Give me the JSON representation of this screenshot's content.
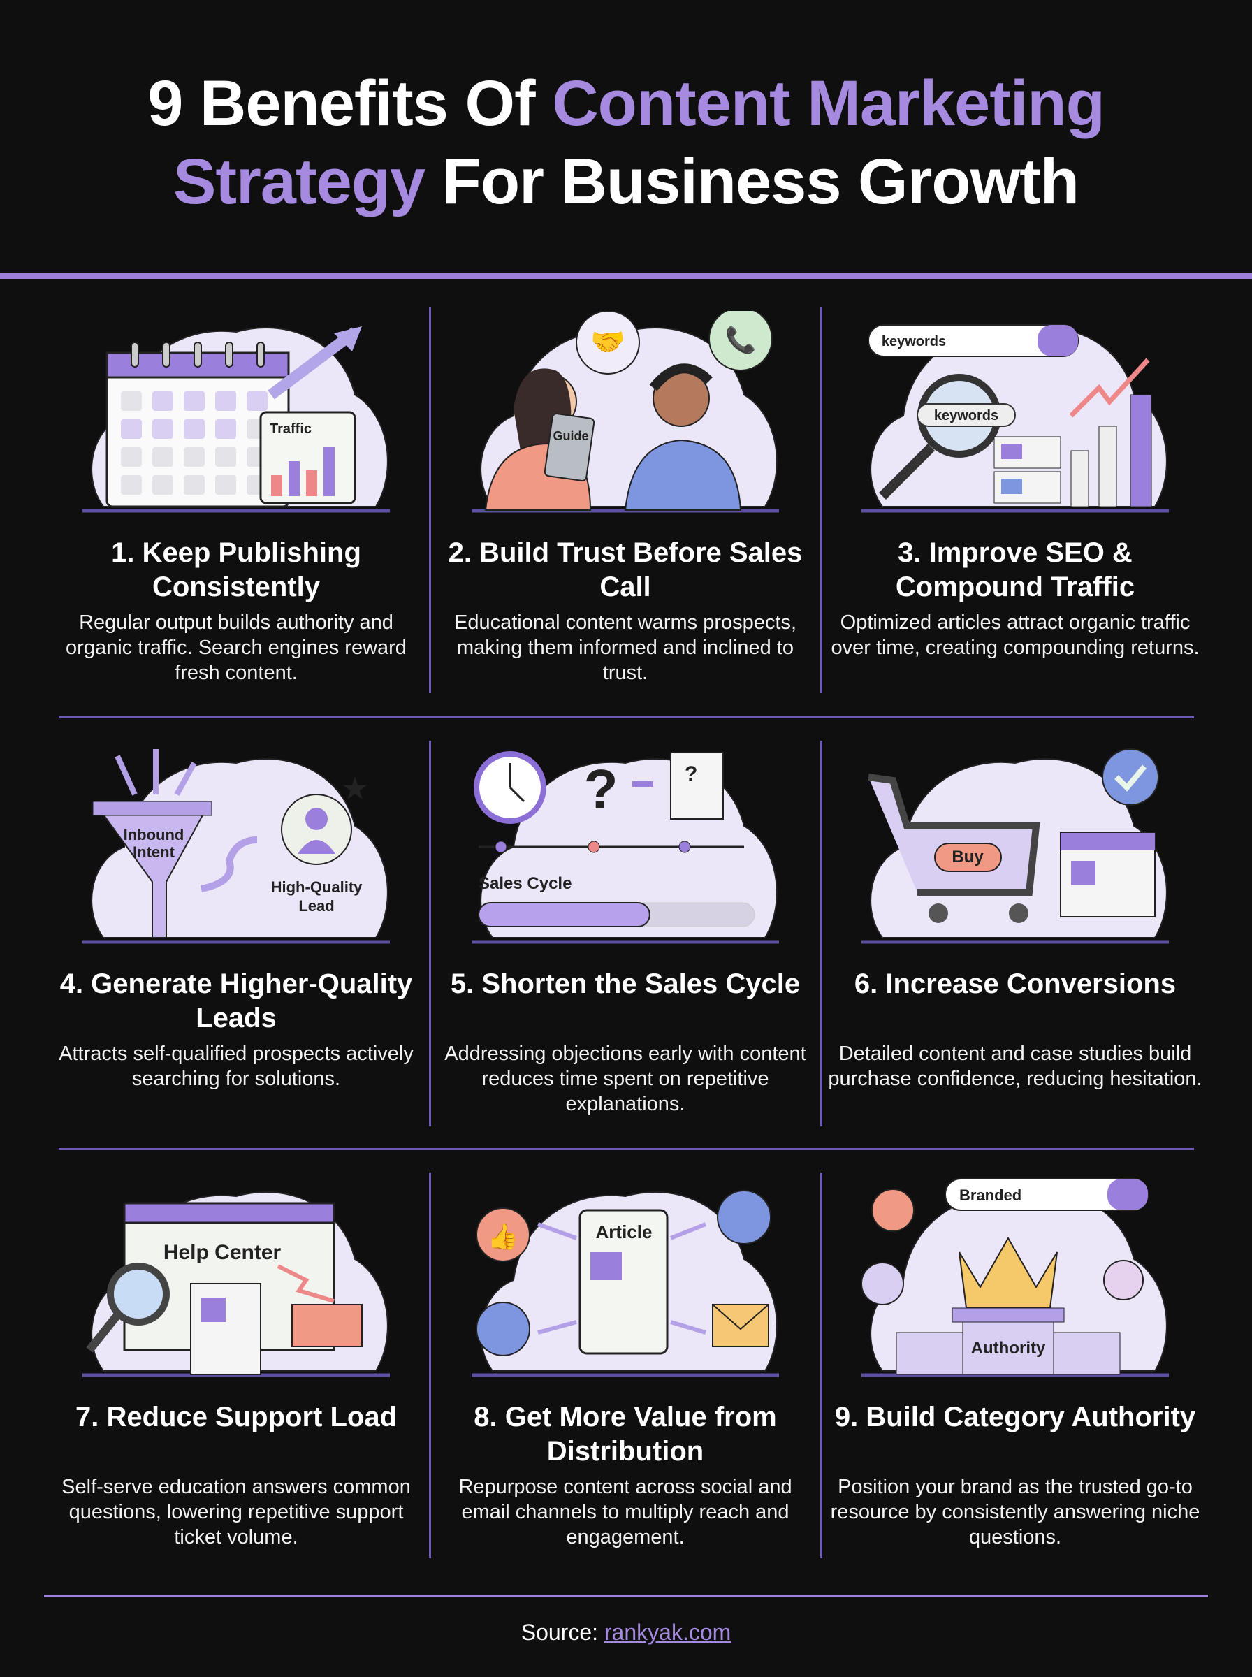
{
  "header": {
    "title_l1_a": "9 Benefits Of ",
    "title_l1_b": "Content Marketing",
    "title_l2_a": "Strategy",
    "title_l2_b": " For Business Growth"
  },
  "colors": {
    "background": "#0f0f10",
    "accent": "#a58ae0",
    "divider": "#6f5ab8",
    "illustration_bg": "#ebe6f8"
  },
  "benefits": [
    {
      "title": "1. Keep Publishing Consistently",
      "desc": "Regular output builds authority and organic traffic. Search engines reward fresh content.",
      "labels": [
        "Traffic"
      ],
      "icon": "calendar-traffic-icon"
    },
    {
      "title": "2. Build Trust Before Sales Call",
      "desc": "Educational content warms prospects, making them informed and inclined to trust.",
      "labels": [
        "Guide"
      ],
      "icon": "handshake-people-icon"
    },
    {
      "title": "3. Improve SEO & Compound Traffic",
      "desc": "Optimized articles attract organic traffic over time, creating compounding returns.",
      "labels": [
        "keywords",
        "keywords"
      ],
      "icon": "seo-search-chart-icon"
    },
    {
      "title": "4. Generate Higher-Quality Leads",
      "desc": "Attracts self-qualified prospects actively searching for solutions.",
      "labels": [
        "Inbound",
        "Intent",
        "High-Quality",
        "Lead"
      ],
      "icon": "funnel-lead-icon"
    },
    {
      "title": "5. Shorten the Sales Cycle",
      "desc": "Addressing objections early with content reduces time spent on repetitive explanations.",
      "labels": [
        "Sales Cycle"
      ],
      "progress": 0.62,
      "icon": "clock-timeline-icon"
    },
    {
      "title": "6. Increase Conversions",
      "desc": "Detailed content and case studies build purchase confidence, reducing hesitation.",
      "labels": [
        "Buy"
      ],
      "icon": "cart-checkout-icon"
    },
    {
      "title": "7. Reduce Support Load",
      "desc": "Self-serve education answers common questions, lowering repetitive support ticket volume.",
      "labels": [
        "Help Center"
      ],
      "icon": "help-center-icon"
    },
    {
      "title": "8. Get More Value from Distribution",
      "desc": "Repurpose content across social and email channels to multiply reach and engagement.",
      "labels": [
        "Article"
      ],
      "icon": "article-distribution-icon"
    },
    {
      "title": "9. Build Category Authority",
      "desc": "Position your brand as the trusted go-to resource by consistently answering niche questions.",
      "labels": [
        "Branded",
        "Authority"
      ],
      "icon": "crown-podium-icon"
    }
  ],
  "footer": {
    "source_label": "Source: ",
    "source_link": "rankyak.com"
  }
}
